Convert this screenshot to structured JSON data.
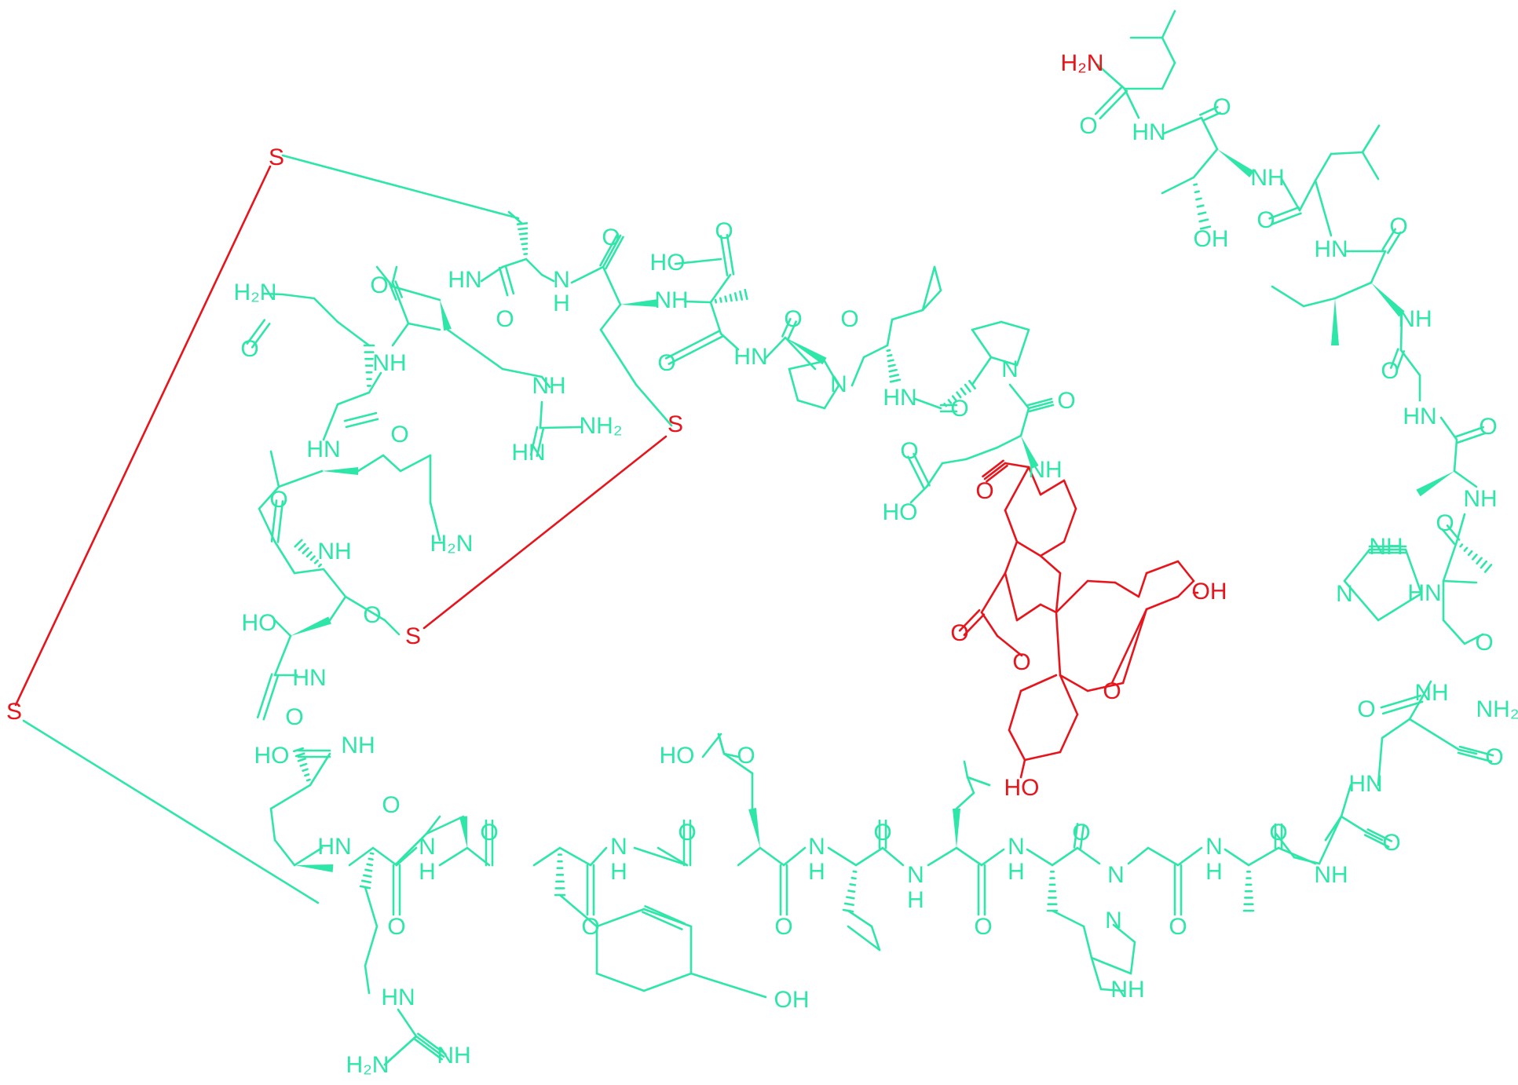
{
  "colors": {
    "peptide": "#2ee6a8",
    "highlight": "#e8141c"
  },
  "labels": [
    {
      "id": "H2N-cterm",
      "text": "H₂N",
      "color": "highlight"
    },
    {
      "id": "O1",
      "text": "O",
      "color": "peptide"
    },
    {
      "id": "HN1",
      "text": "HN",
      "color": "peptide"
    },
    {
      "id": "O2",
      "text": "O",
      "color": "peptide"
    },
    {
      "id": "NH1",
      "text": "NH",
      "color": "peptide"
    },
    {
      "id": "OH-thr2",
      "text": "OH",
      "color": "peptide"
    },
    {
      "id": "O3",
      "text": "O",
      "color": "peptide"
    },
    {
      "id": "HN2",
      "text": "HN",
      "color": "peptide"
    },
    {
      "id": "O4",
      "text": "O",
      "color": "peptide"
    },
    {
      "id": "NH2",
      "text": "NH",
      "color": "peptide"
    },
    {
      "id": "O5",
      "text": "O",
      "color": "peptide"
    },
    {
      "id": "HN3",
      "text": "HN",
      "color": "peptide"
    },
    {
      "id": "O6",
      "text": "O",
      "color": "peptide"
    },
    {
      "id": "NH3",
      "text": "NH",
      "color": "peptide"
    },
    {
      "id": "O7",
      "text": "O",
      "color": "peptide"
    },
    {
      "id": "NH-imid1",
      "text": "NH",
      "color": "peptide"
    },
    {
      "id": "N-imid1",
      "text": "N",
      "color": "peptide"
    },
    {
      "id": "HN4",
      "text": "HN",
      "color": "peptide"
    },
    {
      "id": "O8",
      "text": "O",
      "color": "peptide"
    },
    {
      "id": "NH4",
      "text": "NH",
      "color": "peptide"
    },
    {
      "id": "O9",
      "text": "O",
      "color": "peptide"
    },
    {
      "id": "NH2-asn",
      "text": "NH₂",
      "color": "peptide"
    },
    {
      "id": "O10",
      "text": "O",
      "color": "peptide"
    },
    {
      "id": "HN5",
      "text": "HN",
      "color": "peptide"
    },
    {
      "id": "O11",
      "text": "O",
      "color": "peptide"
    },
    {
      "id": "NH5",
      "text": "NH",
      "color": "peptide"
    },
    {
      "id": "O12",
      "text": "O",
      "color": "peptide"
    },
    {
      "id": "N6",
      "text": "N",
      "color": "peptide"
    },
    {
      "id": "H6",
      "text": "H",
      "color": "peptide"
    },
    {
      "id": "O13",
      "text": "O",
      "color": "peptide"
    },
    {
      "id": "N7",
      "text": "N",
      "color": "peptide"
    },
    {
      "id": "O14",
      "text": "O",
      "color": "peptide"
    },
    {
      "id": "N-imid2",
      "text": "N",
      "color": "peptide"
    },
    {
      "id": "NH-imid2",
      "text": "NH",
      "color": "peptide"
    },
    {
      "id": "N8",
      "text": "N",
      "color": "peptide"
    },
    {
      "id": "H8",
      "text": "H",
      "color": "peptide"
    },
    {
      "id": "O15",
      "text": "O",
      "color": "peptide"
    },
    {
      "id": "O16",
      "text": "O",
      "color": "peptide"
    },
    {
      "id": "N9",
      "text": "N",
      "color": "peptide"
    },
    {
      "id": "H9",
      "text": "H",
      "color": "peptide"
    },
    {
      "id": "O17",
      "text": "O",
      "color": "peptide"
    },
    {
      "id": "O18",
      "text": "O",
      "color": "peptide"
    },
    {
      "id": "HO-glu2",
      "text": "HO",
      "color": "peptide"
    },
    {
      "id": "O19",
      "text": "O",
      "color": "peptide"
    },
    {
      "id": "N10",
      "text": "N",
      "color": "peptide"
    },
    {
      "id": "H10",
      "text": "H",
      "color": "peptide"
    },
    {
      "id": "O20",
      "text": "O",
      "color": "peptide"
    },
    {
      "id": "OH-tyr",
      "text": "OH",
      "color": "peptide"
    },
    {
      "id": "O21",
      "text": "O",
      "color": "peptide"
    },
    {
      "id": "N11",
      "text": "N",
      "color": "peptide"
    },
    {
      "id": "H11",
      "text": "H",
      "color": "peptide"
    },
    {
      "id": "O22",
      "text": "O",
      "color": "peptide"
    },
    {
      "id": "N12",
      "text": "N",
      "color": "peptide"
    },
    {
      "id": "H12",
      "text": "H",
      "color": "peptide"
    },
    {
      "id": "O23",
      "text": "O",
      "color": "peptide"
    },
    {
      "id": "HN-arg2",
      "text": "HN",
      "color": "peptide"
    },
    {
      "id": "H2N-arg2",
      "text": "H₂N",
      "color": "peptide"
    },
    {
      "id": "NH-arg2",
      "text": "NH",
      "color": "peptide"
    },
    {
      "id": "HN6",
      "text": "HN",
      "color": "peptide"
    },
    {
      "id": "O24",
      "text": "O",
      "color": "peptide"
    },
    {
      "id": "HO-ser",
      "text": "HO",
      "color": "peptide"
    },
    {
      "id": "NH7",
      "text": "NH",
      "color": "peptide"
    },
    {
      "id": "O25",
      "text": "O",
      "color": "peptide"
    },
    {
      "id": "HN8",
      "text": "HN",
      "color": "peptide"
    },
    {
      "id": "S-cys3",
      "text": "S",
      "color": "highlight"
    },
    {
      "id": "O26",
      "text": "O",
      "color": "peptide"
    },
    {
      "id": "HO-thr1",
      "text": "HO",
      "color": "peptide"
    },
    {
      "id": "NH9",
      "text": "NH",
      "color": "peptide"
    },
    {
      "id": "O27",
      "text": "O",
      "color": "peptide"
    },
    {
      "id": "H2N-lys",
      "text": "H₂N",
      "color": "peptide"
    },
    {
      "id": "HN10",
      "text": "HN",
      "color": "peptide"
    },
    {
      "id": "O28",
      "text": "O",
      "color": "peptide"
    },
    {
      "id": "H2N-gln",
      "text": "H₂N",
      "color": "peptide"
    },
    {
      "id": "O29",
      "text": "O",
      "color": "peptide"
    },
    {
      "id": "NH11",
      "text": "NH",
      "color": "peptide"
    },
    {
      "id": "O30",
      "text": "O",
      "color": "peptide"
    },
    {
      "id": "HN11",
      "text": "HN",
      "color": "peptide"
    },
    {
      "id": "O31",
      "text": "O",
      "color": "peptide"
    },
    {
      "id": "NH-arg1",
      "text": "NH",
      "color": "peptide"
    },
    {
      "id": "NH2-arg1",
      "text": "NH₂",
      "color": "peptide"
    },
    {
      "id": "HN-arg1",
      "text": "HN",
      "color": "peptide"
    },
    {
      "id": "N12b",
      "text": "N",
      "color": "peptide"
    },
    {
      "id": "H12b",
      "text": "H",
      "color": "peptide"
    },
    {
      "id": "O32",
      "text": "O",
      "color": "peptide"
    },
    {
      "id": "NH13",
      "text": "NH",
      "color": "peptide"
    },
    {
      "id": "HO-asp",
      "text": "HO",
      "color": "peptide"
    },
    {
      "id": "O33",
      "text": "O",
      "color": "peptide"
    },
    {
      "id": "O34",
      "text": "O",
      "color": "peptide"
    },
    {
      "id": "HN13",
      "text": "HN",
      "color": "peptide"
    },
    {
      "id": "O35",
      "text": "O",
      "color": "peptide"
    },
    {
      "id": "N-pro1",
      "text": "N",
      "color": "peptide"
    },
    {
      "id": "O36",
      "text": "O",
      "color": "peptide"
    },
    {
      "id": "HN14",
      "text": "HN",
      "color": "peptide"
    },
    {
      "id": "O37",
      "text": "O",
      "color": "peptide"
    },
    {
      "id": "N-pro2",
      "text": "N",
      "color": "peptide"
    },
    {
      "id": "O38",
      "text": "O",
      "color": "peptide"
    },
    {
      "id": "O-glu1",
      "text": "O",
      "color": "peptide"
    },
    {
      "id": "HO-glu1",
      "text": "HO",
      "color": "peptide"
    },
    {
      "id": "NH14",
      "text": "NH",
      "color": "peptide"
    },
    {
      "id": "S-cys1",
      "text": "S",
      "color": "highlight"
    },
    {
      "id": "S-cys2",
      "text": "S",
      "color": "highlight"
    },
    {
      "id": "S-cys4",
      "text": "S",
      "color": "highlight"
    },
    {
      "id": "O-fam-amide",
      "text": "O",
      "color": "highlight"
    },
    {
      "id": "OH-fam-top",
      "text": "OH",
      "color": "highlight"
    },
    {
      "id": "O-fam-lactone-co",
      "text": "O",
      "color": "highlight"
    },
    {
      "id": "O-fam-lactone",
      "text": "O",
      "color": "highlight"
    },
    {
      "id": "O-fam-xanth",
      "text": "O",
      "color": "highlight"
    },
    {
      "id": "HO-fam-bottom",
      "text": "HO",
      "color": "highlight"
    }
  ]
}
